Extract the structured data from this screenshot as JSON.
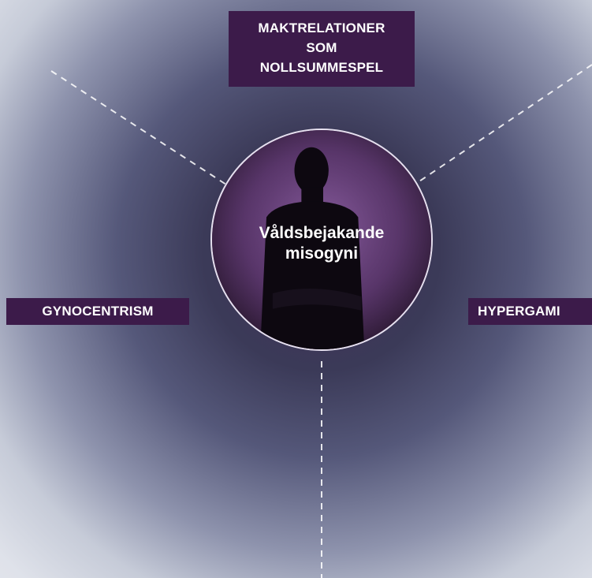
{
  "diagram": {
    "center_label": "Våldsbejakande\nmisogyni",
    "top_label": "MAKTRELATIONER\nSOM\nNOLLSUMMESPEL",
    "left_label": "GYNOCENTRISM",
    "right_label": "HYPERGAMI"
  },
  "colors": {
    "label_background": "#3c1b4a",
    "label_text": "#ffffff",
    "circle_fill": "#5e3a70",
    "connector_line": "#ffffff"
  }
}
